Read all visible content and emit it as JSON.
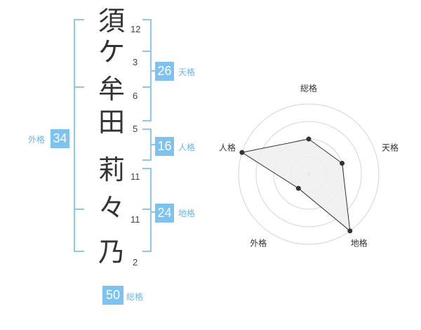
{
  "name_chars": [
    {
      "char": "須",
      "strokes": "12"
    },
    {
      "char": "ケ",
      "strokes": "3"
    },
    {
      "char": "牟",
      "strokes": "6"
    },
    {
      "char": "田",
      "strokes": "5"
    },
    {
      "char": "莉",
      "strokes": "11"
    },
    {
      "char": "々",
      "strokes": "11"
    },
    {
      "char": "乃",
      "strokes": "2"
    }
  ],
  "fortunes": {
    "tenkaku": {
      "label": "天格",
      "value": "26"
    },
    "jinkaku": {
      "label": "人格",
      "value": "16"
    },
    "chikaku": {
      "label": "地格",
      "value": "24"
    },
    "gaikaku": {
      "label": "外格",
      "value": "34"
    },
    "soukaku": {
      "label": "総格",
      "value": "50"
    }
  },
  "colors": {
    "accent": "#7ec3ef",
    "bracket": "#8cc8f0",
    "radar_fill": "#eeeeee"
  },
  "chart_data": {
    "type": "radar",
    "axes": [
      "総格",
      "天格",
      "地格",
      "外格",
      "人格"
    ],
    "values": [
      2,
      2,
      4,
      1,
      4
    ],
    "max": 4,
    "rings": 4
  }
}
